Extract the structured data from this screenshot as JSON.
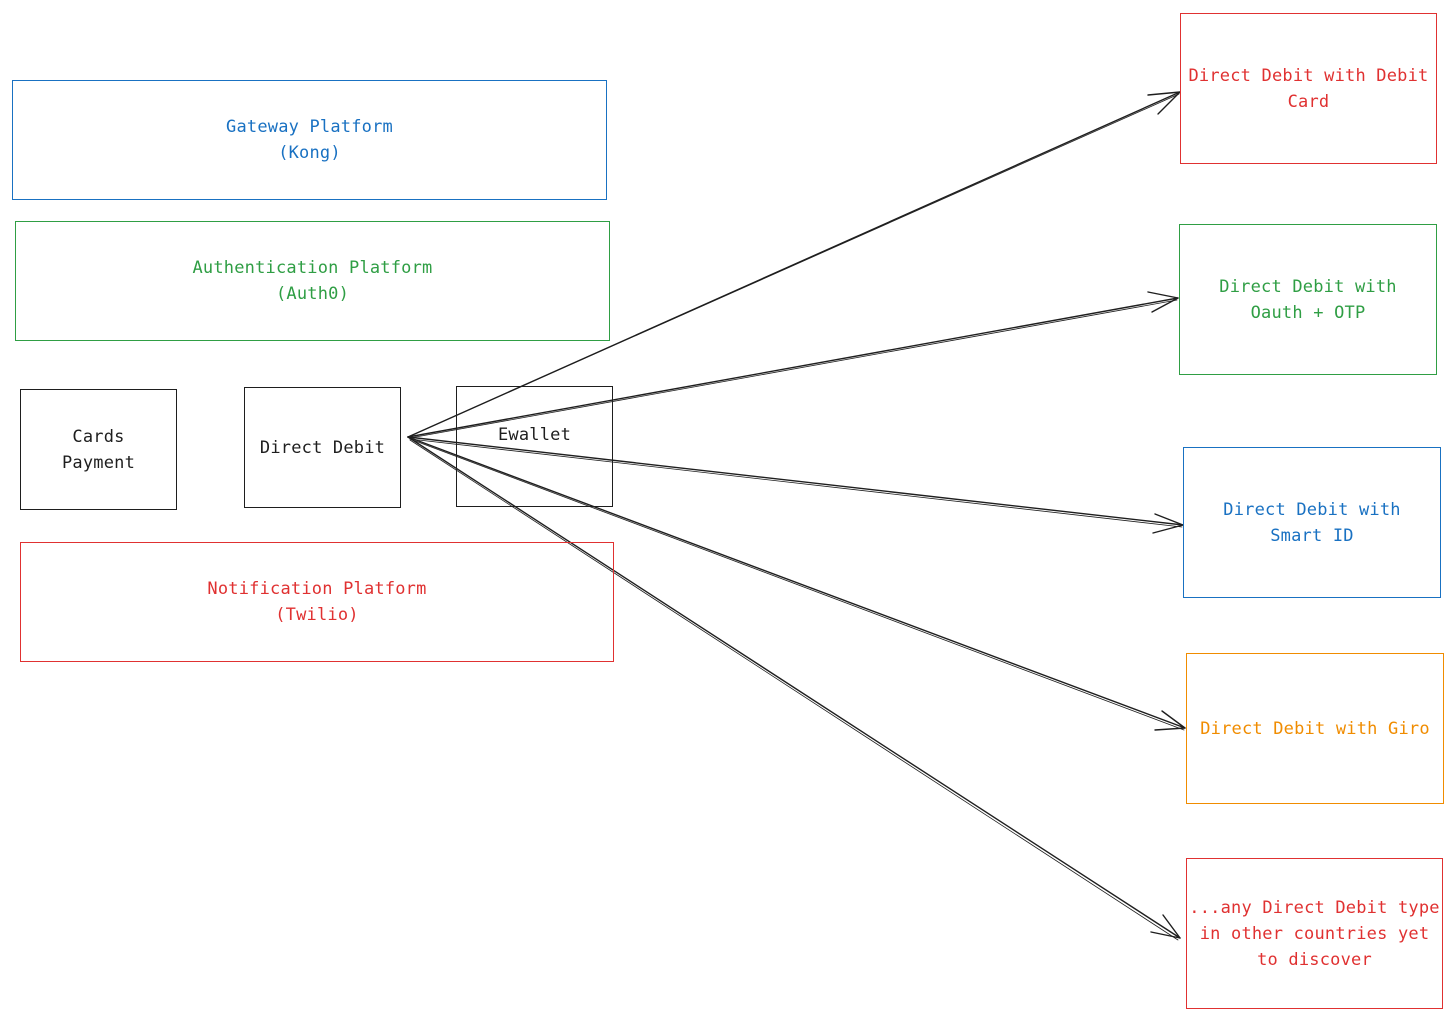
{
  "platforms": {
    "gateway": "Gateway Platform\n(Kong)",
    "auth": "Authentication Platform\n(Auth0)",
    "notification": "Notification Platform\n(Twilio)"
  },
  "payment_methods": {
    "cards": "Cards\nPayment",
    "direct_debit": "Direct Debit",
    "ewallet": "Ewallet"
  },
  "direct_debit_types": [
    {
      "label": "Direct Debit with Debit\nCard",
      "color": "#e03131"
    },
    {
      "label": "Direct Debit with\nOauth + OTP",
      "color": "#2f9e44"
    },
    {
      "label": "Direct Debit with\nSmart ID",
      "color": "#1971c2"
    },
    {
      "label": "Direct Debit with Giro",
      "color": "#f08c00"
    },
    {
      "label": "...any Direct Debit type\nin other countries yet\nto discover",
      "color": "#e03131"
    }
  ],
  "colors": {
    "blue": "#1971c2",
    "green": "#2f9e44",
    "red": "#e03131",
    "orange": "#f08c00",
    "black": "#1e1e1e"
  }
}
